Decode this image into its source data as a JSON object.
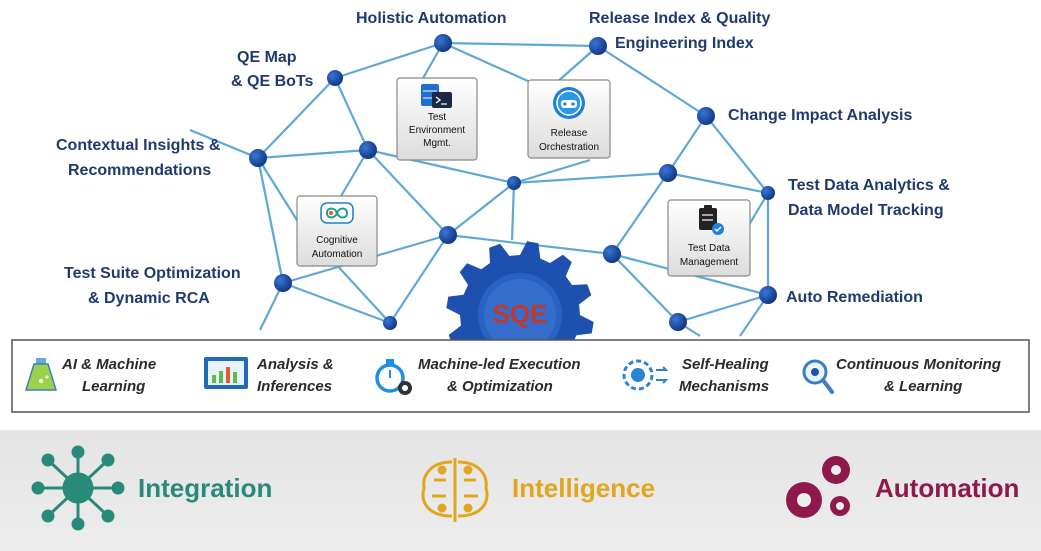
{
  "outer_labels": {
    "holistic": "Holistic Automation",
    "release_index_1": "Release Index & Quality",
    "release_index_2": "Engineering Index",
    "qe_map_1": "QE Map",
    "qe_map_2": "& QE BoTs",
    "change_impact": "Change Impact Analysis",
    "contextual_1": "Contextual Insights &",
    "contextual_2": "Recommendations",
    "test_data_analytics_1": "Test Data Analytics &",
    "test_data_analytics_2": "Data Model Tracking",
    "test_suite_1": "Test Suite Optimization",
    "test_suite_2": "& Dynamic RCA",
    "auto_remediation": "Auto Remediation"
  },
  "boxes": {
    "test_env_1": "Test",
    "test_env_2": "Environment",
    "test_env_3": "Mgmt.",
    "release_orch": "Release",
    "release_orch_2": "Orchestration",
    "cognitive_1": "Cognitive",
    "cognitive_2": "Automation",
    "test_data_mgmt_1": "Test Data",
    "test_data_mgmt_2": "Management"
  },
  "center": "SQE",
  "capabilities": [
    {
      "line1": "AI & Machine",
      "line2": "Learning",
      "icon": "flask-icon"
    },
    {
      "line1": "Analysis &",
      "line2": "Inferences",
      "icon": "chart-monitor-icon"
    },
    {
      "line1": "Machine-led Execution",
      "line2": "& Optimization",
      "icon": "stopwatch-gear-icon"
    },
    {
      "line1": "Self-Healing",
      "line2": "Mechanisms",
      "icon": "healing-gear-icon"
    },
    {
      "line1": "Continuous Monitoring",
      "line2": "& Learning",
      "icon": "magnifier-eye-icon"
    }
  ],
  "pillars": [
    {
      "label": "Integration",
      "color": "#2a8a7a",
      "icon": "network-hub-icon"
    },
    {
      "label": "Intelligence",
      "color": "#e2a51e",
      "icon": "brain-circuit-icon"
    },
    {
      "label": "Automation",
      "color": "#8e1a4d",
      "icon": "gears-icon"
    }
  ],
  "colors": {
    "node": "#1a4aa0",
    "edge": "#5fa8d6",
    "gear": "#1e50b0",
    "sqe_text": "#c0392b"
  }
}
